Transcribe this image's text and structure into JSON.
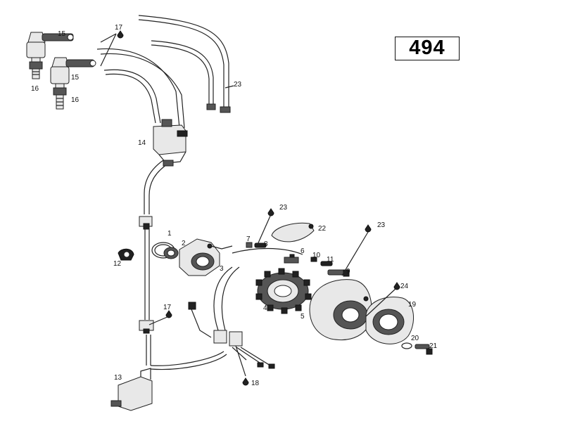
{
  "page_number": "494",
  "callouts": [
    {
      "id": "c1",
      "text": "1"
    },
    {
      "id": "c2",
      "text": "2"
    },
    {
      "id": "c3",
      "text": "3"
    },
    {
      "id": "c4",
      "text": "4"
    },
    {
      "id": "c5",
      "text": "5"
    },
    {
      "id": "c6",
      "text": "6"
    },
    {
      "id": "c7",
      "text": "7"
    },
    {
      "id": "c8",
      "text": "8"
    },
    {
      "id": "c9",
      "text": "9"
    },
    {
      "id": "c10",
      "text": "10"
    },
    {
      "id": "c11",
      "text": "11"
    },
    {
      "id": "c12",
      "text": "12"
    },
    {
      "id": "c13",
      "text": "13"
    },
    {
      "id": "c14",
      "text": "14"
    },
    {
      "id": "c15a",
      "text": "15"
    },
    {
      "id": "c15b",
      "text": "15"
    },
    {
      "id": "c16a",
      "text": "16"
    },
    {
      "id": "c16b",
      "text": "16"
    },
    {
      "id": "c17a",
      "text": "17"
    },
    {
      "id": "c17b",
      "text": "17"
    },
    {
      "id": "c17c",
      "text": "17"
    },
    {
      "id": "c18",
      "text": "18"
    },
    {
      "id": "c19",
      "text": "19"
    },
    {
      "id": "c20",
      "text": "20"
    },
    {
      "id": "c21",
      "text": "21"
    },
    {
      "id": "c22",
      "text": "22"
    },
    {
      "id": "c23a",
      "text": "23"
    },
    {
      "id": "c23b",
      "text": "23"
    },
    {
      "id": "c24",
      "text": "24"
    }
  ]
}
